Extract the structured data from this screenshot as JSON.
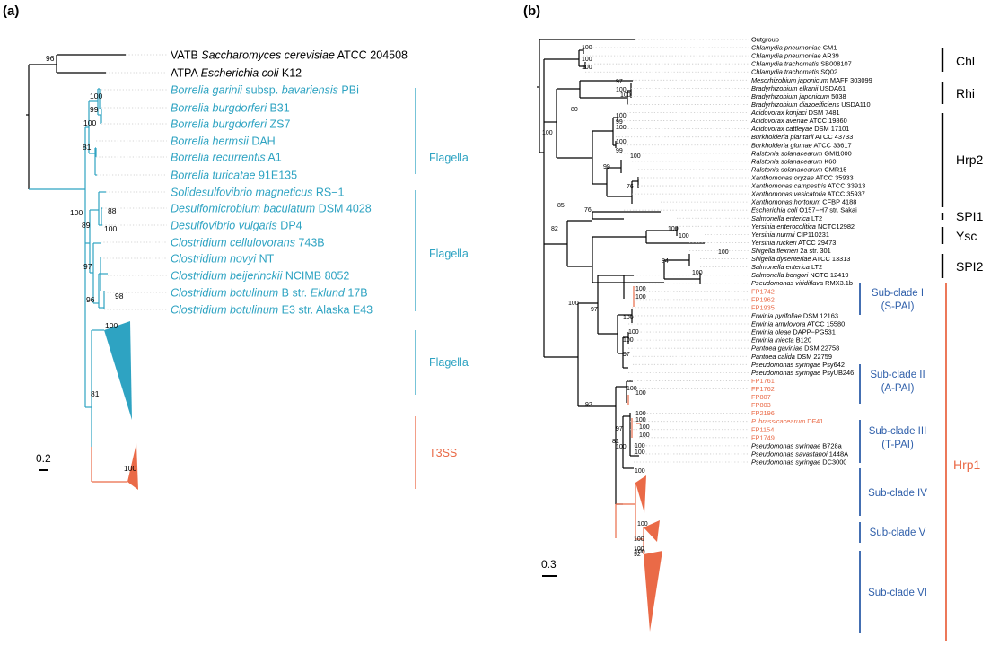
{
  "colors": {
    "teal": "#2ea3c2",
    "orange": "#ea6a47",
    "black": "#000000",
    "blue": "#2f5faa",
    "dots": "#c8c8c8"
  },
  "panel_a": {
    "label": "(a)",
    "scale": "0.2",
    "taxa": [
      {
        "parts": [
          [
            "VATB ",
            "n"
          ],
          [
            "Saccharomyces cerevisiae",
            "i"
          ],
          [
            " ATCC 204508",
            "n"
          ]
        ],
        "color": "black"
      },
      {
        "parts": [
          [
            "ATPA ",
            "n"
          ],
          [
            "Escherichia coli",
            "i"
          ],
          [
            " K12",
            "n"
          ]
        ],
        "color": "black"
      },
      {
        "parts": [
          [
            "Borrelia garinii",
            "i"
          ],
          [
            " subsp. ",
            "n"
          ],
          [
            "bavariensis",
            "i"
          ],
          [
            " PBi",
            "n"
          ]
        ],
        "color": "teal"
      },
      {
        "parts": [
          [
            "Borrelia burgdorferi",
            "i"
          ],
          [
            " B31",
            "n"
          ]
        ],
        "color": "teal"
      },
      {
        "parts": [
          [
            "Borrelia burgdorferi",
            "i"
          ],
          [
            " ZS7",
            "n"
          ]
        ],
        "color": "teal"
      },
      {
        "parts": [
          [
            "Borrelia hermsii",
            "i"
          ],
          [
            " DAH",
            "n"
          ]
        ],
        "color": "teal"
      },
      {
        "parts": [
          [
            "Borrelia recurrentis",
            "i"
          ],
          [
            " A1",
            "n"
          ]
        ],
        "color": "teal"
      },
      {
        "parts": [
          [
            "Borrelia turicatae",
            "i"
          ],
          [
            " 91E135",
            "n"
          ]
        ],
        "color": "teal"
      },
      {
        "parts": [
          [
            "Solidesulfovibrio magneticus",
            "i"
          ],
          [
            " RS−1",
            "n"
          ]
        ],
        "color": "teal"
      },
      {
        "parts": [
          [
            "Desulfomicrobium baculatum",
            "i"
          ],
          [
            " DSM 4028",
            "n"
          ]
        ],
        "color": "teal"
      },
      {
        "parts": [
          [
            "Desulfovibrio vulgaris",
            "i"
          ],
          [
            " DP4",
            "n"
          ]
        ],
        "color": "teal"
      },
      {
        "parts": [
          [
            "Clostridium cellulovorans",
            "i"
          ],
          [
            " 743B",
            "n"
          ]
        ],
        "color": "teal"
      },
      {
        "parts": [
          [
            "Clostridium novyi",
            "i"
          ],
          [
            " NT",
            "n"
          ]
        ],
        "color": "teal"
      },
      {
        "parts": [
          [
            "Clostridium beijerinckii",
            "i"
          ],
          [
            " NCIMB 8052",
            "n"
          ]
        ],
        "color": "teal"
      },
      {
        "parts": [
          [
            "Clostridium botulinum",
            "i"
          ],
          [
            " B str. ",
            "n"
          ],
          [
            "Eklund",
            "i"
          ],
          [
            " 17B",
            "n"
          ]
        ],
        "color": "teal"
      },
      {
        "parts": [
          [
            "Clostridium botulinum",
            "i"
          ],
          [
            " E3 str. Alaska E43",
            "n"
          ]
        ],
        "color": "teal"
      }
    ],
    "bootstraps": [
      "96",
      "100",
      "99",
      "100",
      "81",
      "100",
      "88",
      "89",
      "100",
      "97",
      "98",
      "96",
      "100",
      "81",
      "100"
    ],
    "groups": [
      {
        "label": "Flagella",
        "color": "teal"
      },
      {
        "label": "Flagella",
        "color": "teal"
      },
      {
        "label": "Flagella",
        "color": "teal"
      },
      {
        "label": "T3SS",
        "color": "orange"
      }
    ]
  },
  "panel_b": {
    "label": "(b)",
    "scale": "0.3",
    "taxa": [
      {
        "parts": [
          [
            "Outgroup",
            "n"
          ]
        ],
        "color": "black"
      },
      {
        "parts": [
          [
            "Chlamydia pneumoniae",
            "i"
          ],
          [
            " CM1",
            "n"
          ]
        ],
        "color": "black"
      },
      {
        "parts": [
          [
            "Chlamydia pneumoniae",
            "i"
          ],
          [
            " AR39",
            "n"
          ]
        ],
        "color": "black"
      },
      {
        "parts": [
          [
            "Chlamydia trachomatis",
            "i"
          ],
          [
            " SB008107",
            "n"
          ]
        ],
        "color": "black"
      },
      {
        "parts": [
          [
            "Chlamydia trachomatis",
            "i"
          ],
          [
            " SQ02",
            "n"
          ]
        ],
        "color": "black"
      },
      {
        "parts": [
          [
            "Mesorhizobium japonicum",
            "i"
          ],
          [
            " MAFF 303099",
            "n"
          ]
        ],
        "color": "black"
      },
      {
        "parts": [
          [
            "Bradyrhizobium elkanii",
            "i"
          ],
          [
            " USDA61",
            "n"
          ]
        ],
        "color": "black"
      },
      {
        "parts": [
          [
            "Bradyrhizobium japonicum",
            "i"
          ],
          [
            " 5038",
            "n"
          ]
        ],
        "color": "black"
      },
      {
        "parts": [
          [
            "Bradyrhizobium diazoefficiens",
            "i"
          ],
          [
            " USDA110",
            "n"
          ]
        ],
        "color": "black"
      },
      {
        "parts": [
          [
            "Acidovorax konjaci",
            "i"
          ],
          [
            " DSM 7481",
            "n"
          ]
        ],
        "color": "black"
      },
      {
        "parts": [
          [
            "Acidovorax avenae",
            "i"
          ],
          [
            " ATCC 19860",
            "n"
          ]
        ],
        "color": "black"
      },
      {
        "parts": [
          [
            "Acidovorax cattleyae",
            "i"
          ],
          [
            " DSM 17101",
            "n"
          ]
        ],
        "color": "black"
      },
      {
        "parts": [
          [
            "Burkholderia plantarii",
            "i"
          ],
          [
            " ATCC 43733",
            "n"
          ]
        ],
        "color": "black"
      },
      {
        "parts": [
          [
            "Burkholderia glumae",
            "i"
          ],
          [
            " ATCC 33617",
            "n"
          ]
        ],
        "color": "black"
      },
      {
        "parts": [
          [
            "Ralstonia solanacearum",
            "i"
          ],
          [
            " GMI1000",
            "n"
          ]
        ],
        "color": "black"
      },
      {
        "parts": [
          [
            "Ralstonia solanacearum",
            "i"
          ],
          [
            " K60",
            "n"
          ]
        ],
        "color": "black"
      },
      {
        "parts": [
          [
            "Ralstonia solanacearum",
            "i"
          ],
          [
            " CMR15",
            "n"
          ]
        ],
        "color": "black"
      },
      {
        "parts": [
          [
            "Xanthomonas oryzae",
            "i"
          ],
          [
            " ATCC 35933",
            "n"
          ]
        ],
        "color": "black"
      },
      {
        "parts": [
          [
            "Xanthomonas campestris",
            "i"
          ],
          [
            " ATCC 33913",
            "n"
          ]
        ],
        "color": "black"
      },
      {
        "parts": [
          [
            "Xanthomonas vesicatoria",
            "i"
          ],
          [
            " ATCC 35937",
            "n"
          ]
        ],
        "color": "black"
      },
      {
        "parts": [
          [
            "Xanthomonas hortorum",
            "i"
          ],
          [
            " CFBP 4188",
            "n"
          ]
        ],
        "color": "black"
      },
      {
        "parts": [
          [
            "Escherichia coli",
            "i"
          ],
          [
            " O157−H7 str. Sakai",
            "n"
          ]
        ],
        "color": "black"
      },
      {
        "parts": [
          [
            "Salmonella enterica",
            "i"
          ],
          [
            " LT2",
            "n"
          ]
        ],
        "color": "black"
      },
      {
        "parts": [
          [
            "Yersinia enterocolitica",
            "i"
          ],
          [
            " NCTC12982",
            "n"
          ]
        ],
        "color": "black"
      },
      {
        "parts": [
          [
            "Yersinia nurmii",
            "i"
          ],
          [
            " CIP110231",
            "n"
          ]
        ],
        "color": "black"
      },
      {
        "parts": [
          [
            "Yersinia ruckeri",
            "i"
          ],
          [
            " ATCC 29473",
            "n"
          ]
        ],
        "color": "black"
      },
      {
        "parts": [
          [
            "Shigella flexneri",
            "i"
          ],
          [
            " 2a str. 301",
            "n"
          ]
        ],
        "color": "black"
      },
      {
        "parts": [
          [
            "Shigella dysenteriae",
            "i"
          ],
          [
            " ATCC 13313",
            "n"
          ]
        ],
        "color": "black"
      },
      {
        "parts": [
          [
            "Salmonella enterica",
            "i"
          ],
          [
            " LT2",
            "n"
          ]
        ],
        "color": "black"
      },
      {
        "parts": [
          [
            "Salmonella bongori",
            "i"
          ],
          [
            " NCTC 12419",
            "n"
          ]
        ],
        "color": "black"
      },
      {
        "parts": [
          [
            "Pseudomonas viridiflava",
            "i"
          ],
          [
            " RMX3.1b",
            "n"
          ]
        ],
        "color": "black"
      },
      {
        "parts": [
          [
            "FP1742",
            "n"
          ]
        ],
        "color": "orange"
      },
      {
        "parts": [
          [
            "FP1962",
            "n"
          ]
        ],
        "color": "orange"
      },
      {
        "parts": [
          [
            "FP1935",
            "n"
          ]
        ],
        "color": "orange"
      },
      {
        "parts": [
          [
            "Erwinia pyrifoliae",
            "i"
          ],
          [
            " DSM 12163",
            "n"
          ]
        ],
        "color": "black"
      },
      {
        "parts": [
          [
            "Erwinia amylovora",
            "i"
          ],
          [
            " ATCC 15580",
            "n"
          ]
        ],
        "color": "black"
      },
      {
        "parts": [
          [
            "Erwinia oleae",
            "i"
          ],
          [
            " DAPP−PG531",
            "n"
          ]
        ],
        "color": "black"
      },
      {
        "parts": [
          [
            "Erwinia iniecta",
            "i"
          ],
          [
            " B120",
            "n"
          ]
        ],
        "color": "black"
      },
      {
        "parts": [
          [
            "Pantoea gaviniae",
            "i"
          ],
          [
            " DSM 22758",
            "n"
          ]
        ],
        "color": "black"
      },
      {
        "parts": [
          [
            "Pantoea calida",
            "i"
          ],
          [
            " DSM 22759",
            "n"
          ]
        ],
        "color": "black"
      },
      {
        "parts": [
          [
            "Pseudomonas syringae",
            "i"
          ],
          [
            " Psy642",
            "n"
          ]
        ],
        "color": "black"
      },
      {
        "parts": [
          [
            "Pseudomonas syringae",
            "i"
          ],
          [
            " PsyUB246",
            "n"
          ]
        ],
        "color": "black"
      },
      {
        "parts": [
          [
            "FP1761",
            "n"
          ]
        ],
        "color": "orange"
      },
      {
        "parts": [
          [
            "FP1762",
            "n"
          ]
        ],
        "color": "orange"
      },
      {
        "parts": [
          [
            "FP807",
            "n"
          ]
        ],
        "color": "orange"
      },
      {
        "parts": [
          [
            "FP803",
            "n"
          ]
        ],
        "color": "orange"
      },
      {
        "parts": [
          [
            "FP2196",
            "n"
          ]
        ],
        "color": "orange"
      },
      {
        "parts": [
          [
            "P. brassicacearum",
            "i"
          ],
          [
            " DF41",
            "n"
          ]
        ],
        "color": "orange"
      },
      {
        "parts": [
          [
            "FP1154",
            "n"
          ]
        ],
        "color": "orange"
      },
      {
        "parts": [
          [
            "FP1749",
            "n"
          ]
        ],
        "color": "orange"
      },
      {
        "parts": [
          [
            "Pseudomonas syringae",
            "i"
          ],
          [
            " B728a",
            "n"
          ]
        ],
        "color": "black"
      },
      {
        "parts": [
          [
            "Pseudomonas savastanoi",
            "i"
          ],
          [
            " 1448A",
            "n"
          ]
        ],
        "color": "black"
      },
      {
        "parts": [
          [
            "Pseudomonas syringae",
            "i"
          ],
          [
            " DC3000",
            "n"
          ]
        ],
        "color": "black"
      }
    ],
    "bootstraps": [
      "100",
      "100",
      "100",
      "80",
      "100",
      "97",
      "100",
      "100",
      "100",
      "99",
      "100",
      "100",
      "99",
      "100",
      "99",
      "76",
      "85",
      "76",
      "82",
      "100",
      "100",
      "100",
      "84",
      "100",
      "100",
      "100",
      "100",
      "97",
      "100",
      "100",
      "100",
      "97",
      "92",
      "100",
      "100",
      "100",
      "100",
      "100",
      "97",
      "100",
      "100",
      "81",
      "100",
      "100",
      "100",
      "100",
      "100",
      "100",
      "100",
      "92"
    ],
    "groups": [
      {
        "label": "Chl",
        "color": "black"
      },
      {
        "label": "Rhi",
        "color": "black"
      },
      {
        "label": "Hrp2",
        "color": "black"
      },
      {
        "label": "SPI1",
        "color": "black"
      },
      {
        "label": "Ysc",
        "color": "black"
      },
      {
        "label": "SPI2",
        "color": "black"
      },
      {
        "label": "Sub-clade I",
        "sub": "(S-PAI)",
        "color": "blue"
      },
      {
        "label": "Sub-clade II",
        "sub": "(A-PAI)",
        "color": "blue"
      },
      {
        "label": "Sub-clade III",
        "sub": "(T-PAI)",
        "color": "blue"
      },
      {
        "label": "Sub-clade IV",
        "color": "blue"
      },
      {
        "label": "Sub-clade V",
        "color": "blue"
      },
      {
        "label": "Sub-clade VI",
        "color": "blue"
      },
      {
        "label": "Hrp1",
        "color": "orange"
      }
    ]
  }
}
